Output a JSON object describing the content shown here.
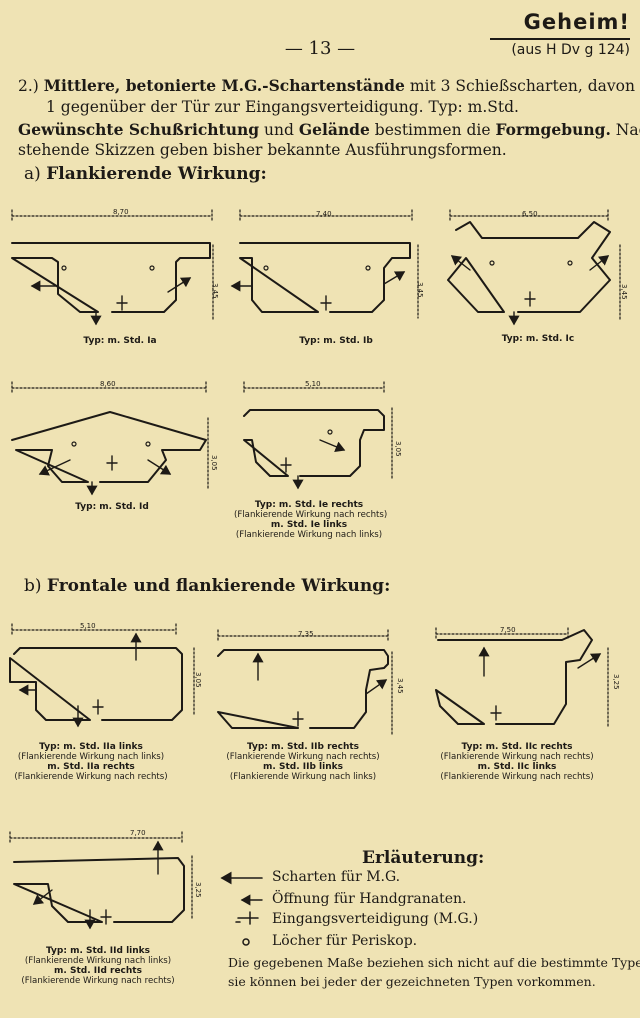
{
  "header": {
    "classification": "Geheim!",
    "source": "(aus H Dv g 124)",
    "page_number": "— 13 —"
  },
  "intro": {
    "line1_num": "2.)",
    "line1_bold": "Mittlere, betonierte M.G.-Schartenstände",
    "line1_rest": "mit 3 Schießscharten, davon",
    "line2": "1 gegenüber der Tür zur Eingangsverteidigung. Typ: m.Std.",
    "line3_b1": "Gewünschte Schußrichtung",
    "line3_t1": "und",
    "line3_b2": "Gelände",
    "line3_t2": "bestimmen die",
    "line3_b3": "Formgebung.",
    "line3_t3": "Nach-",
    "line4": "stehende Skizzen geben bisher bekannte Ausführungsformen."
  },
  "section_a": {
    "prefix": "a)",
    "title": "Flankierende Wirkung:"
  },
  "section_b": {
    "prefix": "b)",
    "title": "Frontale und flankierende Wirkung:"
  },
  "diagrams": {
    "ia": {
      "width": "8,70",
      "depth": "3,45",
      "type": "Typ: m. Std. Ia"
    },
    "ib": {
      "width": "7,40",
      "depth": "3,45",
      "type": "Typ: m. Std. Ib"
    },
    "ic": {
      "width": "6,50",
      "depth": "3,45",
      "type": "Typ: m. Std. Ic"
    },
    "id": {
      "width": "8,60",
      "depth": "3,05",
      "type": "Typ: m. Std. Id"
    },
    "ie": {
      "width": "5,10",
      "depth": "3,05",
      "l1": "Typ: m. Std. Ie rechts",
      "l2": "(Flankierende Wirkung nach rechts)",
      "l3": "m. Std. Ie links",
      "l4": "(Flankierende Wirkung nach links)"
    },
    "iia": {
      "width": "5,10",
      "depth": "3,05",
      "l1": "Typ: m. Std. IIa links",
      "l2": "(Flankierende Wirkung nach links)",
      "l3": "m. Std. IIa rechts",
      "l4": "(Flankierende Wirkung nach rechts)"
    },
    "iib": {
      "width": "7,35",
      "depth": "3,45",
      "l1": "Typ: m. Std. IIb rechts",
      "l2": "(Flankierende Wirkung nach rechts)",
      "l3": "m. Std. IIb links",
      "l4": "(Flankierende Wirkung nach links)"
    },
    "iic": {
      "width": "7,50",
      "depth": "3,25",
      "l1": "Typ: m. Std. IIc rechts",
      "l2": "(Flankierende Wirkung nach rechts)",
      "l3": "m. Std. IIc links",
      "l4": "(Flankierende Wirkung nach rechts)"
    },
    "iid": {
      "width": "7,70",
      "depth": "3,25",
      "l1": "Typ: m. Std. IId links",
      "l2": "(Flankierende Wirkung nach links)",
      "l3": "m. Std. IId rechts",
      "l4": "(Flankierende Wirkung nach rechts)"
    }
  },
  "legend": {
    "title": "Erläuterung:",
    "items": [
      "Scharten für M.G.",
      "Öffnung für Handgranaten.",
      "Eingangsverteidigung (M.G.)",
      "Löcher für Periskop."
    ],
    "note1": "Die gegebenen Maße beziehen sich nicht auf die bestimmte Type;",
    "note2": "sie können bei jeder der gezeichneten Typen vorkommen."
  }
}
